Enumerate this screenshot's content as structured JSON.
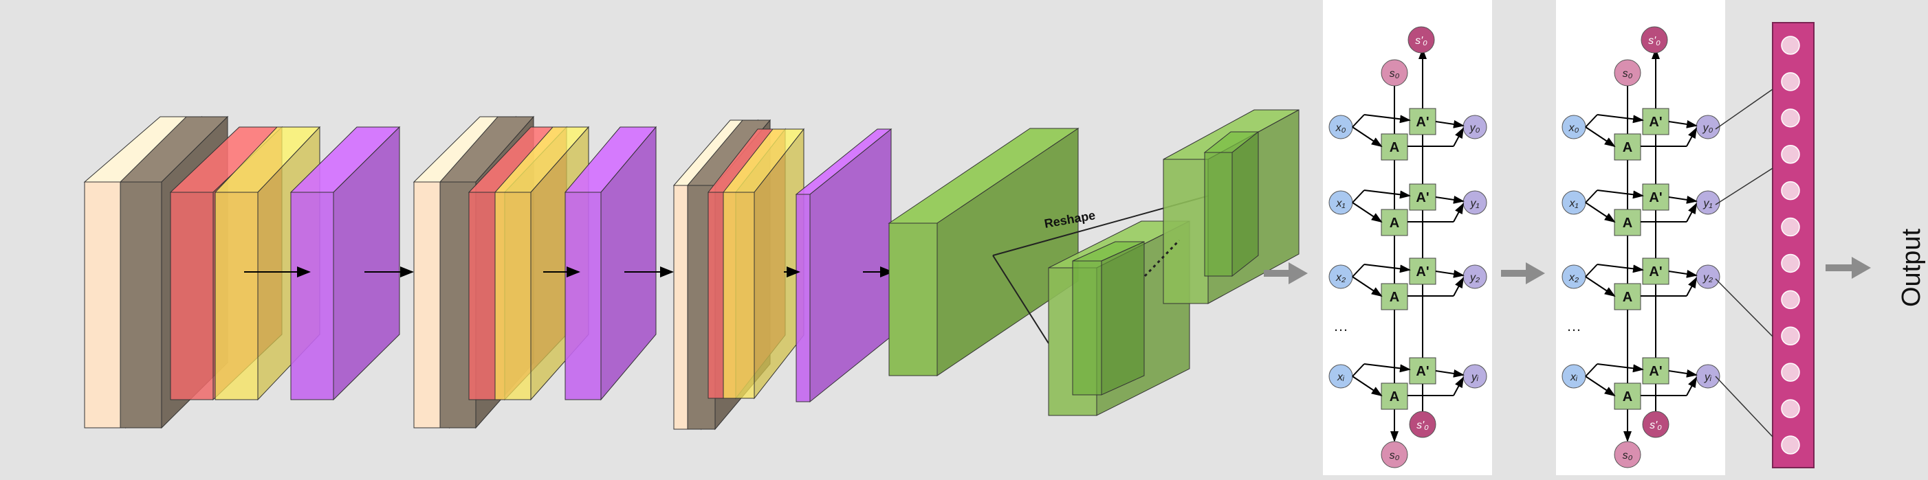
{
  "colors": {
    "background": "#e3e3e3",
    "input_face": "#fde3c8",
    "input_depth": "#8a7d6d",
    "conv_red": "#ee6a6a",
    "conv_yellow": "#f7e35a",
    "pool_purple": "#c366ee",
    "dense_green": "#8dbd58",
    "rnn_box_green": "#a8d08d",
    "x_node_blue": "#a9c8f0",
    "y_node_purple": "#b8aee0",
    "s_node_pink": "#d98fb0",
    "s_node_dark": "#b84c7d",
    "output_bar": "#c93f86",
    "output_node": "#f1c9dc",
    "arrow_gray": "#8c8c8c"
  },
  "labels": {
    "reshape": "Reshape",
    "output": "Output",
    "rnn_cell": "A",
    "rnn_cell_rev": "A'",
    "dots": "…"
  },
  "rnn_panels": [
    {
      "s_top_out": "s'₀",
      "s_top_in": "s₀",
      "s_bottom_in": "s'₀",
      "s_bottom_out": "s₀",
      "x_inputs": [
        "x₀",
        "x₁",
        "x₂",
        "xᵢ"
      ],
      "y_outputs": [
        "y₀",
        "y₁",
        "y₂",
        "yᵢ"
      ]
    },
    {
      "s_top_out": "s'₀",
      "s_top_in": "s₀",
      "s_bottom_in": "s'₀",
      "s_bottom_out": "s₀",
      "x_inputs": [
        "x₀",
        "x₁",
        "x₂",
        "xᵢ"
      ],
      "y_outputs": [
        "y₀",
        "y₁",
        "y₂",
        "yᵢ"
      ]
    }
  ],
  "output_node_count": 12
}
